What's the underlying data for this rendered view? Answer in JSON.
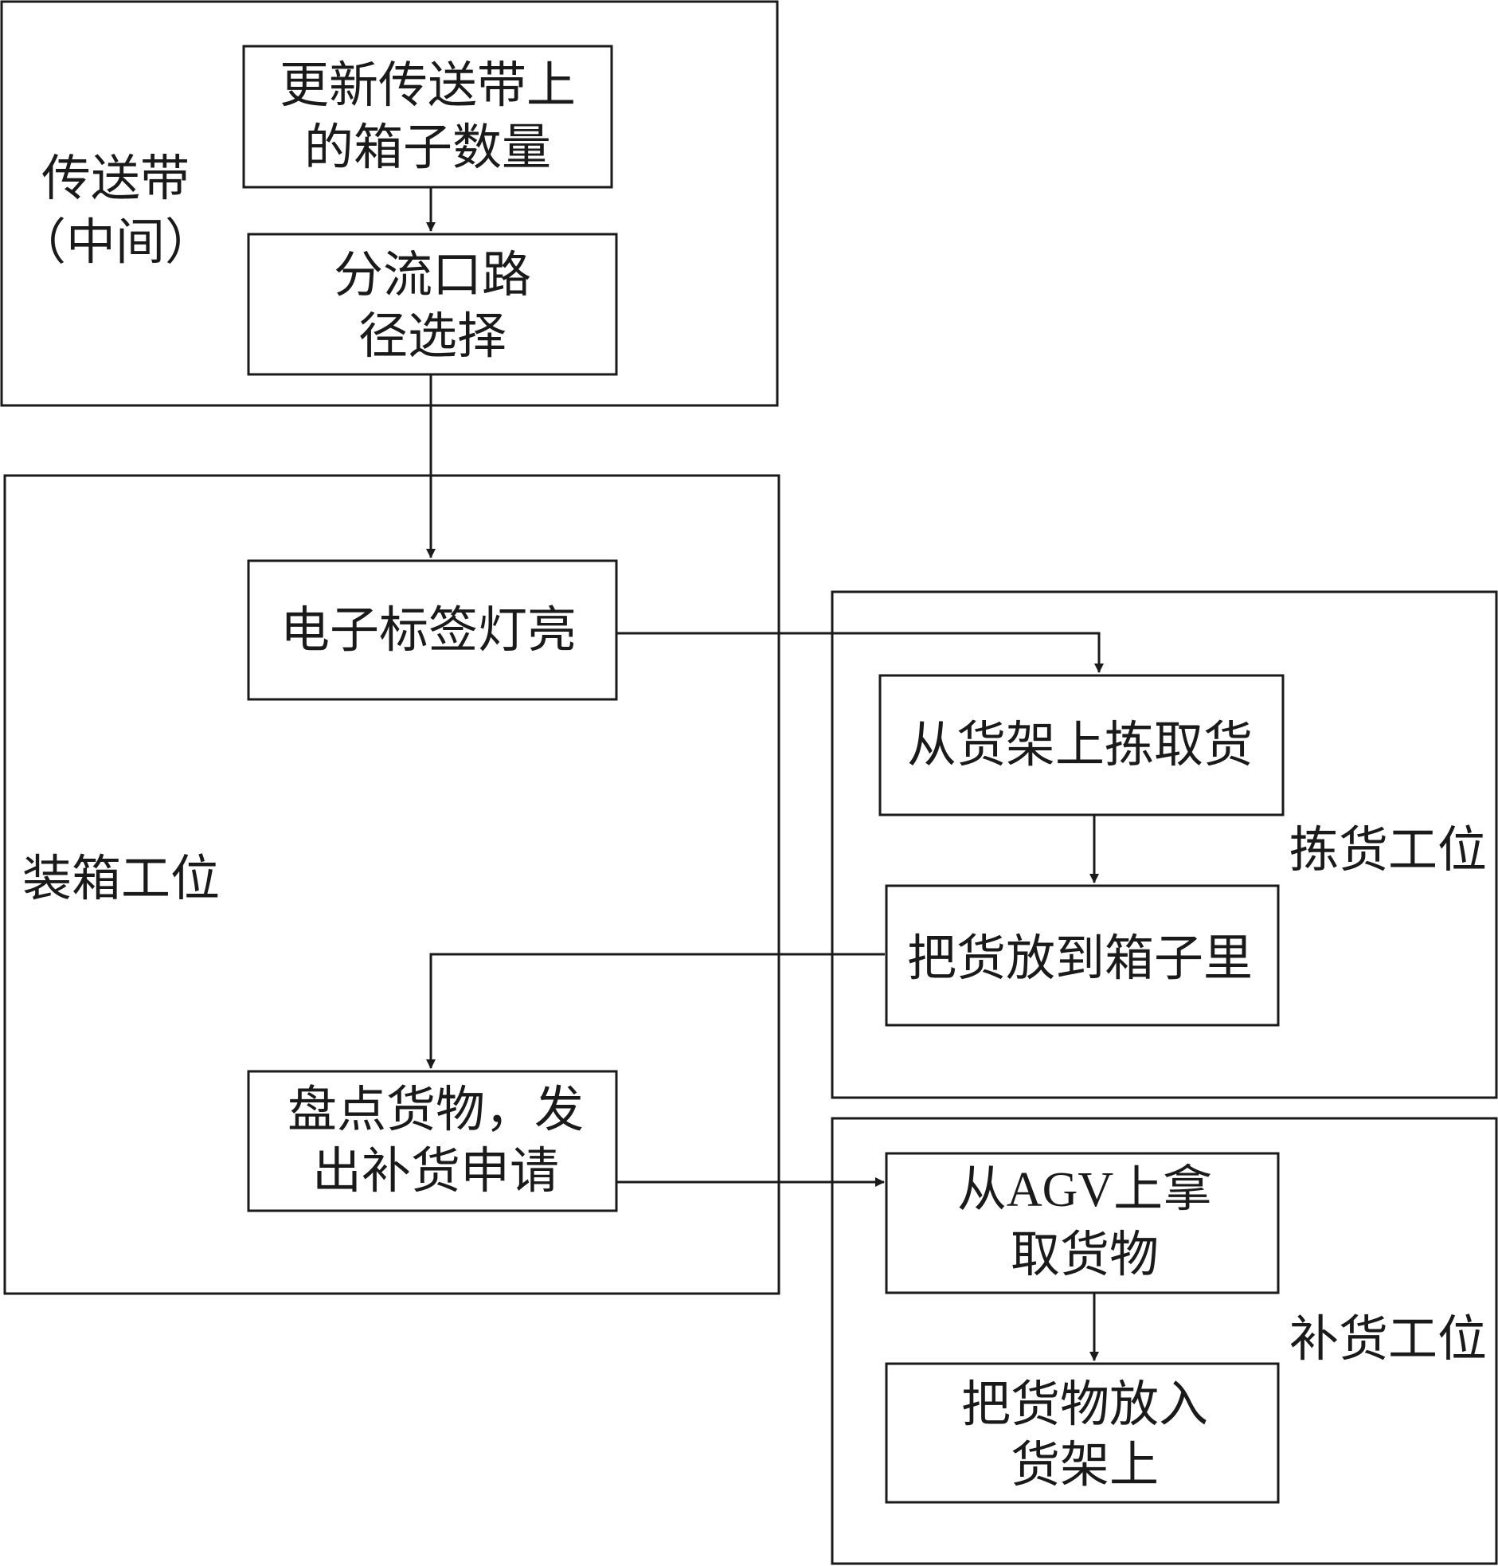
{
  "regions": {
    "conveyor": {
      "label_line1": "传送带",
      "label_line2": "（中间）"
    },
    "packing": {
      "label": "装箱工位"
    },
    "picking": {
      "label": "拣货工位"
    },
    "replenish": {
      "label": "补货工位"
    }
  },
  "nodes": {
    "update_count": {
      "line1": "更新传送带上",
      "line2": "的箱子数量"
    },
    "divert_path": {
      "line1": "分流口路",
      "line2": "径选择"
    },
    "light_on": {
      "line1": "电子标签灯亮"
    },
    "pick_from_shelf": {
      "line1": "从货架上拣取货"
    },
    "put_in_box": {
      "line1": "把货放到箱子里"
    },
    "inventory_request": {
      "line1": "盘点货物，发",
      "line2": "出补货申请"
    },
    "take_from_agv": {
      "line1": "从AGV上拿",
      "line2": "取货物"
    },
    "put_on_shelf": {
      "line1": "把货物放入",
      "line2": "货架上"
    }
  },
  "colors": {
    "stroke": "#1a1a1a",
    "background": "#ffffff"
  }
}
